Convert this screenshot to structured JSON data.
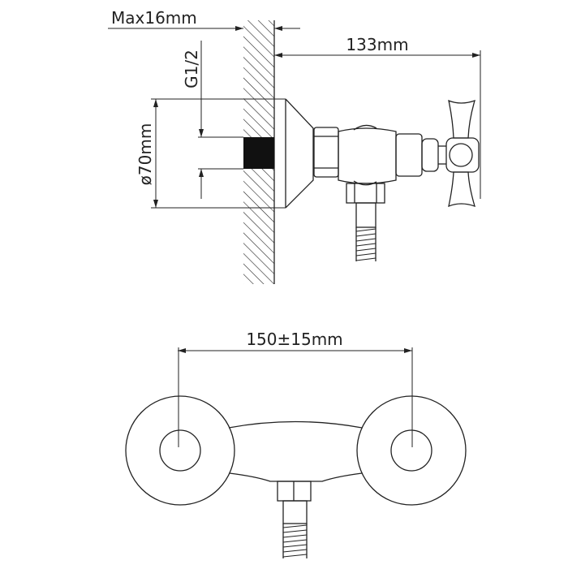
{
  "side_view": {
    "wall_thickness_label": "Max16mm",
    "projection_label": "133mm",
    "thread_label": "G1/2",
    "flange_diameter_label": "ø70mm"
  },
  "front_view": {
    "center_distance_label": "150±15mm"
  },
  "colors": {
    "line": "#222222",
    "background": "#ffffff"
  }
}
